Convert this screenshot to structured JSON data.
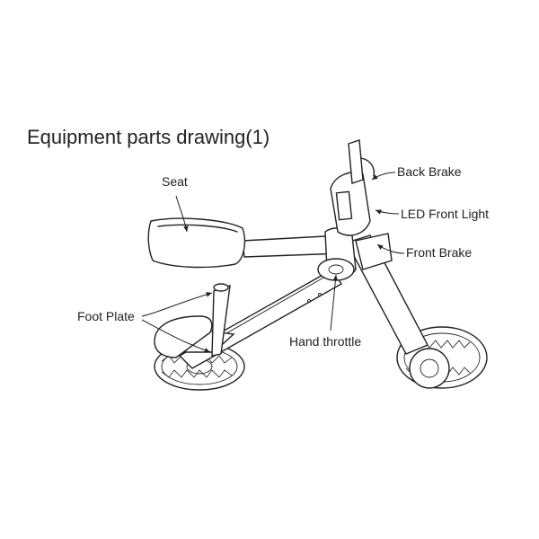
{
  "title": "Equipment parts drawing(1)",
  "labels": {
    "seat": "Seat",
    "back_brake": "Back Brake",
    "led_front_light": "LED Front Light",
    "front_brake": "Front Brake",
    "foot_plate": "Foot Plate",
    "hand_throttle": "Hand throttle"
  },
  "colors": {
    "ink": "#222222",
    "background": "#ffffff"
  }
}
